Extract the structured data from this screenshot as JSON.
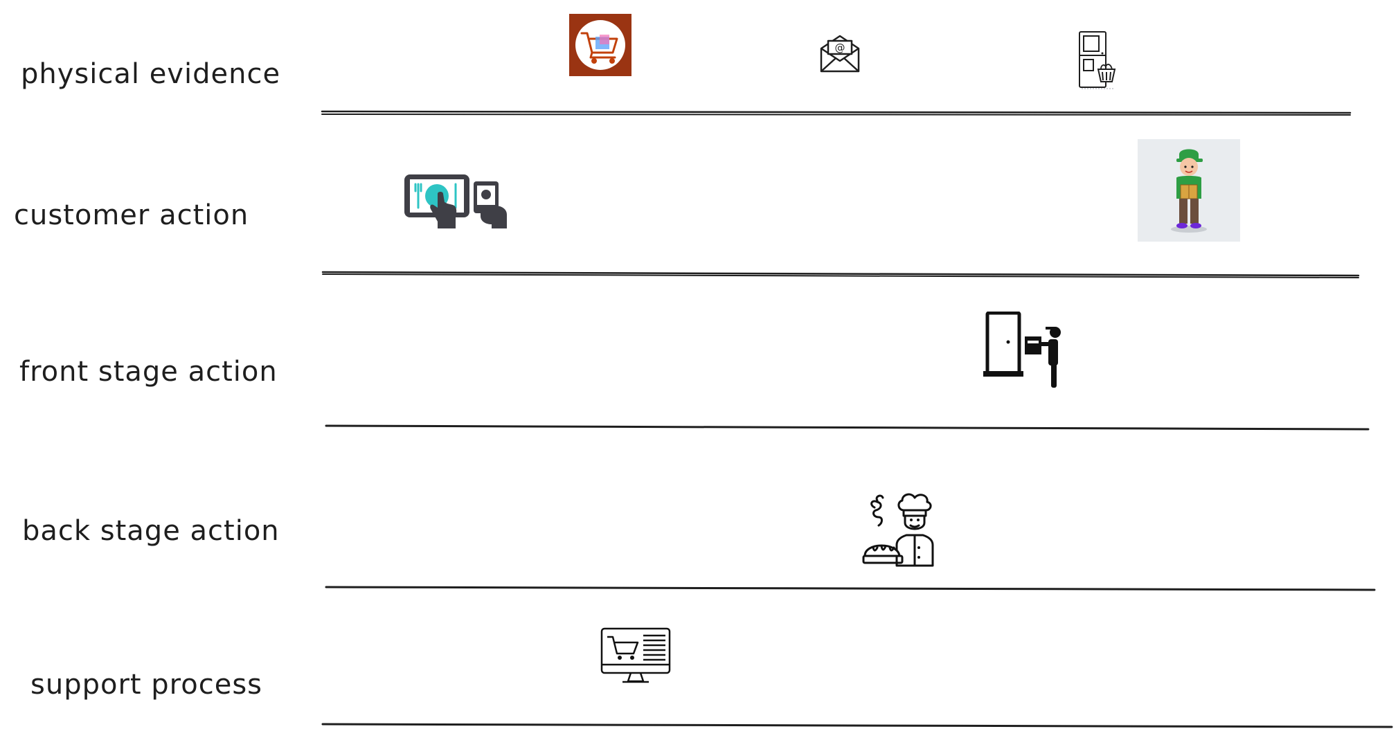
{
  "rows": [
    {
      "label": "physical evidence"
    },
    {
      "label": "customer action"
    },
    {
      "label": "front stage action"
    },
    {
      "label": "back stage action"
    },
    {
      "label": "support process"
    }
  ],
  "icons": {
    "shopping_app": "shopping-cart-app-icon",
    "email": "envelope-email-icon",
    "fridge": "fridge-grocery-icon",
    "order_food": "tablet-order-and-pay-icon",
    "courier": "delivery-courier-icon",
    "door_delivery": "door-delivery-icon",
    "chef": "chef-baking-icon",
    "online_store": "monitor-online-store-icon"
  },
  "colors": {
    "line": "#1e1e1e",
    "app_bg": "#9a3412",
    "app_cart": "#c2410c",
    "teal": "#2ec4c4",
    "icon_dark": "#3f3f46",
    "courier_bg": "#e9ecef",
    "courier_green": "#2e9e44"
  }
}
